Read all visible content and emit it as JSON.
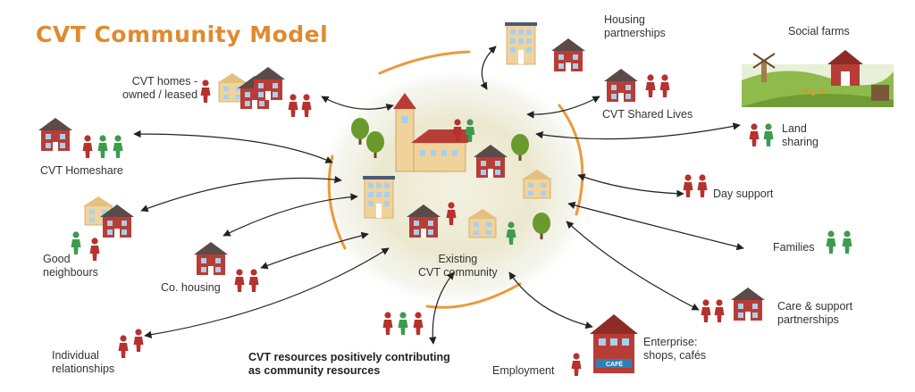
{
  "title": "CVT Community Model",
  "center_label": "Existing\nCVT community",
  "nodes": {
    "housing_partnerships": "Housing\npartnerships",
    "social_farms": "Social farms",
    "cvt_homes": "CVT homes -\nowned / leased",
    "cvt_shared_lives": "CVT Shared Lives",
    "cvt_homeshare": "CVT Homeshare",
    "land_sharing": "Land\nsharing",
    "day_support": "Day support",
    "good_neighbours": "Good\nneighbours",
    "families": "Families",
    "co_housing": "Co. housing",
    "care_support": "Care & support\npartnerships",
    "individual_relationships": "Individual\nrelationships",
    "cvt_resources": "CVT resources positively contributing\nas community resources",
    "employment": "Employment",
    "enterprise": "Enterprise:\nshops, cafés"
  },
  "cafe_sign": "CAFÉ",
  "colors": {
    "title": "#e08a2e",
    "arc": "#eb9a3b",
    "person_red": "#b5322e",
    "person_green": "#3d9b4f",
    "house_red": "#b83d36",
    "house_beige": "#f0d39a",
    "roof_dark": "#5a4a4a",
    "window": "#a9cfee"
  }
}
